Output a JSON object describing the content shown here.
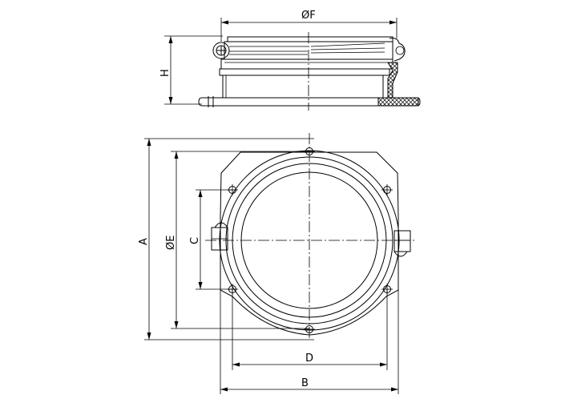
{
  "drawing": {
    "labels": {
      "F": "ØF",
      "H": "H",
      "A": "A",
      "E": "ØE",
      "C": "C",
      "D": "D",
      "B": "B"
    }
  }
}
